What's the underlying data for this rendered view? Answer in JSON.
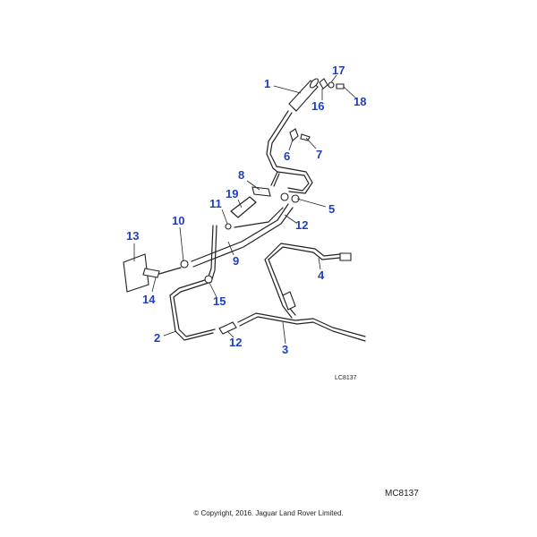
{
  "diagram": {
    "callouts": [
      "1",
      "2",
      "3",
      "4",
      "5",
      "6",
      "7",
      "8",
      "9",
      "10",
      "11",
      "12",
      "12",
      "13",
      "14",
      "15",
      "16",
      "17",
      "18",
      "19"
    ],
    "drawing_code": "LC8137",
    "reference_code": "MC8137",
    "copyright": "© Copyright, 2016. Jaguar Land Rover Limited."
  },
  "colors": {
    "callout": "#1f3fbf",
    "line": "#222222"
  }
}
